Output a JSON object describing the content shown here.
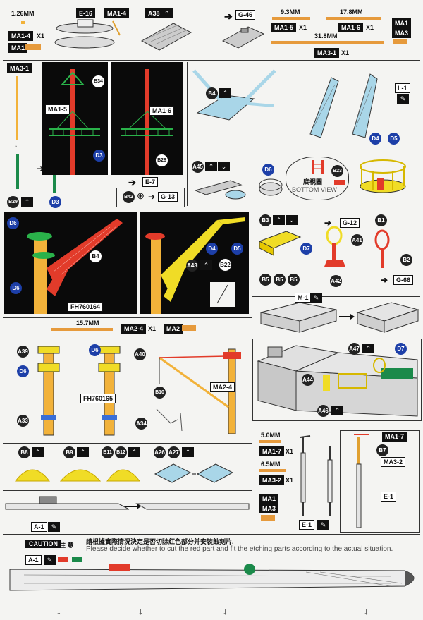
{
  "colors": {
    "red": "#e23b2a",
    "green": "#1b8a4a",
    "yellow": "#f0dc26",
    "orange": "#f2b23a",
    "blue": "#1d3fa8",
    "black": "#0a0a0a"
  },
  "sec1": {
    "mm1": "1.26MM",
    "lbl1": "MA1-4",
    "x1": "X1",
    "lbl2": "MA1"
  },
  "sec2": {
    "e16": "E-16",
    "ma14": "MA1-4"
  },
  "sec3": {
    "a38": "A38",
    "g46": "G-46"
  },
  "sec4": {
    "mm1": "9.3MM",
    "mm2": "17.8MM",
    "lbl1": "MA1-5",
    "x1": "X1",
    "lbl2": "MA1-6",
    "x2": "X1",
    "ma1": "MA1",
    "ma3": "MA3",
    "mm3": "31.8MM",
    "lbl3": "MA3-1",
    "x3": "X1"
  },
  "sec5": {
    "ma31": "MA3-1",
    "b29": "B29",
    "d3": "D3"
  },
  "sec6": {
    "b34": "B34",
    "ma15": "MA1-5",
    "d3": "D3",
    "ma16": "MA1-6",
    "b28": "B28",
    "e7": "E-7",
    "b42": "B42",
    "g13": "G-13"
  },
  "sec7": {
    "b4": "B4",
    "l1": "L-1",
    "d4": "D4",
    "d5": "D5"
  },
  "sec8": {
    "a45": "A45",
    "d6": "D6",
    "b23": "B23",
    "bottom_cn": "底視圖",
    "bottom_en": "BOTTOM VIEW"
  },
  "sec9": {
    "d6a": "D6",
    "d6b": "D6",
    "b4": "B4",
    "fh": "FH760164",
    "d4": "D4",
    "d5": "D5",
    "a43": "A43",
    "b22": "B22"
  },
  "sec10": {
    "b3": "B3",
    "d7": "D7",
    "b5": [
      "B5",
      "B5",
      "B5"
    ],
    "g12": "G-12",
    "a41": "A41",
    "a42": "A42",
    "b1": "B1",
    "b2": "B2",
    "g66": "G-66"
  },
  "sec11": {
    "m1": "M-1"
  },
  "sec12": {
    "mm": "15.7MM",
    "lbl": "MA2-4",
    "x1": "X1",
    "ma2": "MA2"
  },
  "sec13": {
    "a39": "A39",
    "d6a": "D6",
    "d6b": "D6",
    "a40": "A40",
    "fh": "FH760165",
    "a33": "A33",
    "a34": "A34",
    "b10": "B10",
    "ma24": "MA2-4"
  },
  "sec14": {
    "a47": "A47",
    "d7": "D7",
    "a44": "A44",
    "a46": "A46"
  },
  "sec15": {
    "b8": "B8",
    "b9": "B9",
    "b11": "B11",
    "b12": "B12",
    "a26": "A26",
    "a27": "A27"
  },
  "sec16": {
    "mm1": "5.0MM",
    "lbl1": "MA1-7",
    "x1": "X1",
    "mm2": "6.5MM",
    "lbl2": "MA3-2",
    "x2": "X1",
    "ma1": "MA1",
    "ma3": "MA3",
    "e1": "E-1",
    "ma17": "MA1-7",
    "b7": "B7",
    "ma32": "MA3-2",
    "e1b": "E-1"
  },
  "sec17": {
    "a1": "A-1"
  },
  "caution": {
    "head": "CAUTION",
    "cn_head": "注 意",
    "cn": "請根據實際情況決定是否切除紅色部分并安裝蝕刻片.",
    "en": "Please decide whether to cut the red part and fit the etching parts according to the actual situation."
  },
  "sec18": {
    "a1": "A-1"
  }
}
